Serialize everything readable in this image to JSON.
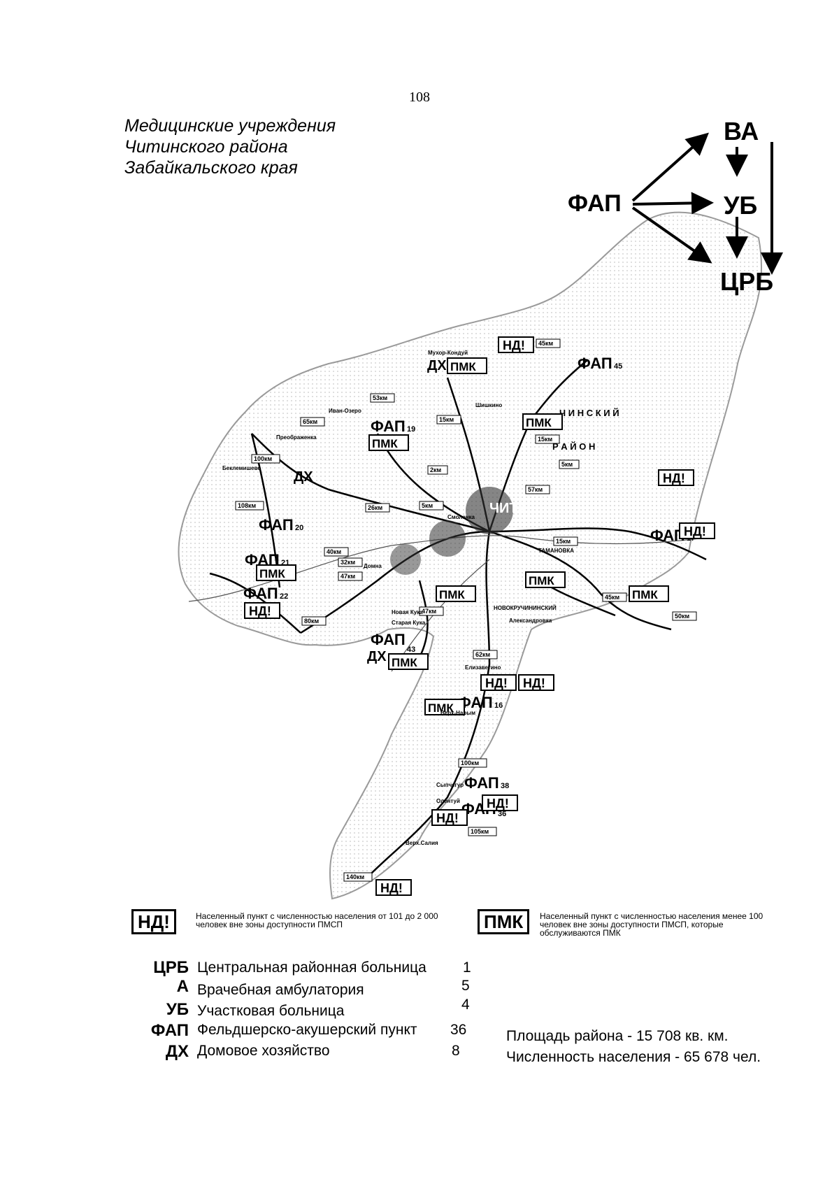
{
  "page_number": "108",
  "title_lines": [
    "Медицинские учреждения",
    "Читинского района",
    "Забайкальского края"
  ],
  "scheme": {
    "fap": "ФАП",
    "va": "ВА",
    "ub": "УБ",
    "crb": "ЦРБ"
  },
  "region_name": [
    "Ч И Н С К И Й",
    "Р А Й О Н"
  ],
  "city": "ЧИТА",
  "map_marks": {
    "faps": [
      {
        "id": "1",
        "label": "ФАП",
        "sub": "45"
      },
      {
        "id": "2",
        "label": "ФАП",
        "sub": "19"
      },
      {
        "id": "3",
        "label": "ФАП",
        "sub": "20"
      },
      {
        "id": "4",
        "label": "ФАП",
        "sub": "21"
      },
      {
        "id": "5",
        "label": "ФАП",
        "sub": "22"
      },
      {
        "id": "6",
        "label": "ФАП",
        "sub": "43"
      },
      {
        "id": "7",
        "label": "ФАП",
        "sub": "16"
      },
      {
        "id": "8",
        "label": "ФАП",
        "sub": "38"
      },
      {
        "id": "9",
        "label": "ФАП",
        "sub": "36"
      },
      {
        "id": "10",
        "label": "ФАП",
        "sub": "17"
      }
    ],
    "nd": "НД!",
    "pmk": "ПМК",
    "dx": "ДХ",
    "distances": [
      "45км",
      "53км",
      "15км",
      "65км",
      "100км",
      "108км",
      "26км",
      "5км",
      "40км",
      "32км",
      "57км",
      "47км",
      "80км",
      "47км",
      "62км",
      "15км",
      "45км",
      "50км",
      "100км",
      "105км",
      "140км",
      "5км",
      "15км",
      "2км"
    ],
    "places": [
      "Мухор-Кондуй",
      "Шишкино",
      "Иван-Озеро",
      "Преображенка",
      "Беклемишево",
      "Сыпчегур",
      "Олентуй",
      "Верх.Салия",
      "Елизаветино",
      "Новая Кука",
      "Старая Кука",
      "Александровка",
      "НОВОКРУЧИНИНСКИЙ",
      "ТАМАНОВКА",
      "Домна",
      "Верх-Нарым",
      "Смоленка"
    ]
  },
  "legend_nd": {
    "badge": "НД!",
    "text": "Населенный пункт с численностью населения от 101 до 2 000 человек вне зоны доступности ПМСП"
  },
  "legend_pmk": {
    "badge": "ПМК",
    "text": "Населенный пункт с численностью населения менее 100 человек вне зоны доступности ПМСП, которые обслуживаются ПМК"
  },
  "legend_items": [
    {
      "abbr": "ЦРБ",
      "desc": "Центральная районная больница",
      "count": "1"
    },
    {
      "abbr": "А",
      "desc": "Врачебная амбулатория",
      "count": "5"
    },
    {
      "abbr": "УБ",
      "desc": "Участковая больница",
      "count": "4"
    },
    {
      "abbr": "ФАП",
      "desc": "Фельдшерско-акушерский пункт",
      "count": "36"
    },
    {
      "abbr": "ДХ",
      "desc": "Домовое хозяйство",
      "count": "8"
    }
  ],
  "stats": {
    "area": "Площадь района - 15 708 кв. км.",
    "population": "Численность населения - 65 678 чел."
  }
}
